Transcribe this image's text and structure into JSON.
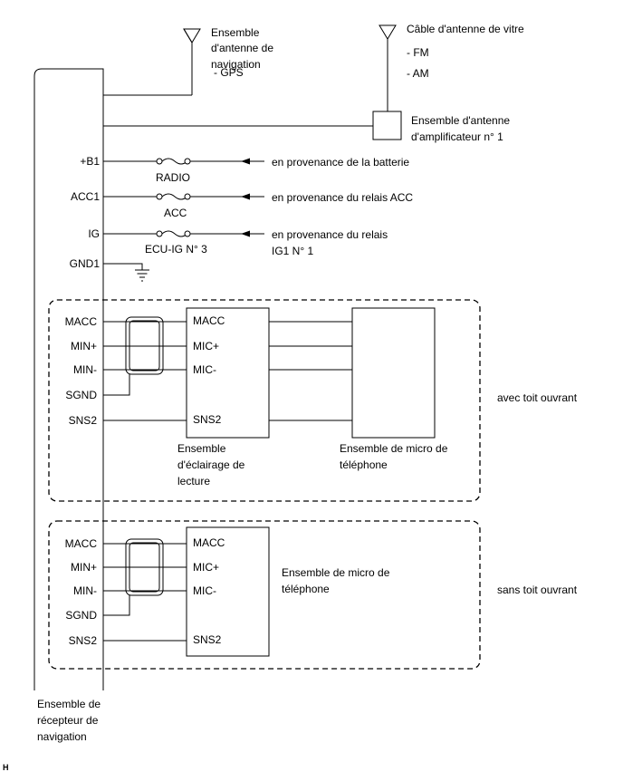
{
  "antennas": {
    "nav_title": [
      "Ensemble",
      "d'antenne de",
      "navigation"
    ],
    "nav_gps": "- GPS",
    "glass_title": "Câble d'antenne de vitre",
    "glass_fm": "- FM",
    "glass_am": "- AM",
    "amp_title": [
      "Ensemble d'antenne",
      "d'amplificateur n° 1"
    ]
  },
  "power": {
    "b1_pin": "+B1",
    "acc1_pin": "ACC1",
    "ig_pin": "IG",
    "gnd1_pin": "GND1",
    "fuse_radio": "RADIO",
    "fuse_acc": "ACC",
    "fuse_ecu": "ECU-IG N° 3",
    "src_battery": "en provenance de la batterie",
    "src_acc": "en provenance du relais ACC",
    "src_ig": [
      "en provenance du relais",
      "IG1 N° 1"
    ]
  },
  "receiver": {
    "title": [
      "Ensemble de",
      "récepteur de",
      "navigation"
    ]
  },
  "group_sunroof": {
    "condition": "avec toit ouvrant",
    "left_pins": [
      "MACC",
      "MIN+",
      "MIN-",
      "SGND",
      "SNS2"
    ],
    "box_pins": [
      "MACC",
      "MIC+",
      "MIC-",
      "SNS2"
    ],
    "box_title": [
      "Ensemble",
      "d'éclairage de",
      "lecture"
    ],
    "mic_title": [
      "Ensemble de micro de",
      "téléphone"
    ]
  },
  "group_no_sunroof": {
    "condition": "sans toit ouvrant",
    "left_pins": [
      "MACC",
      "MIN+",
      "MIN-",
      "SGND",
      "SNS2"
    ],
    "box_pins": [
      "MACC",
      "MIC+",
      "MIC-",
      "SNS2"
    ],
    "mic_title": [
      "Ensemble de micro de",
      "téléphone"
    ]
  },
  "footer_mark": "H"
}
